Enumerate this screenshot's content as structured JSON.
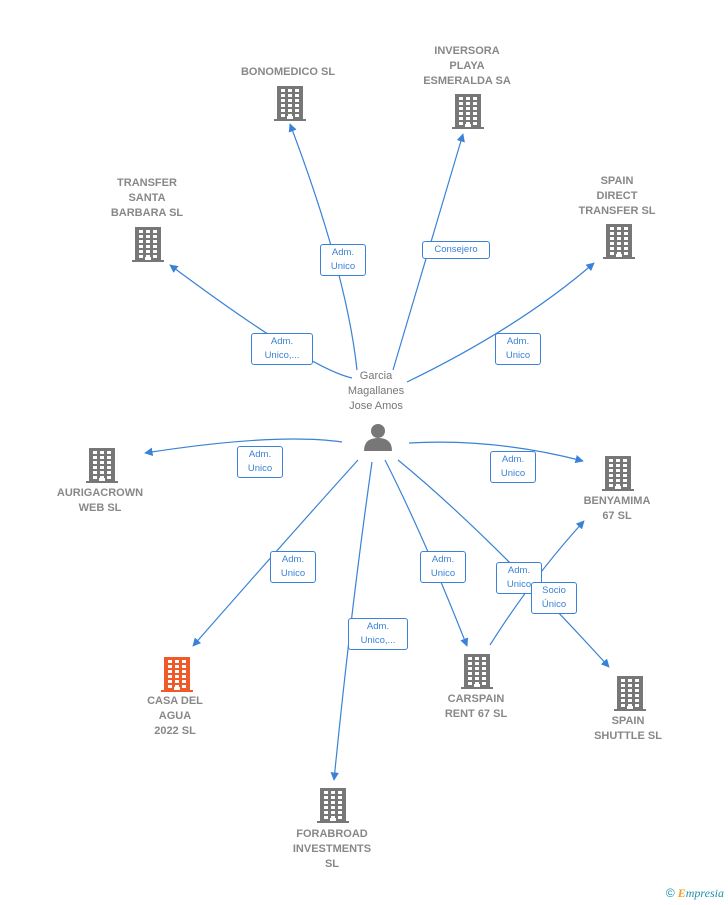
{
  "center": {
    "name": "Garcia\nMagallanes\nJose Amos",
    "icon": "person-icon"
  },
  "companies": [
    {
      "id": "bonomedico",
      "name": "BONOMEDICO SL",
      "color": "#777777"
    },
    {
      "id": "inversora",
      "name": "INVERSORA\nPLAYA\nESMERALDA SA",
      "color": "#777777"
    },
    {
      "id": "transfer_santa",
      "name": "TRANSFER\nSANTA\nBARBARA  SL",
      "color": "#777777"
    },
    {
      "id": "spain_direct",
      "name": "SPAIN\nDIRECT\nTRANSFER SL",
      "color": "#777777"
    },
    {
      "id": "aurigacrown",
      "name": "AURIGACROWN\nWEB SL",
      "color": "#777777"
    },
    {
      "id": "benyamima",
      "name": "BENYAMIMA\n67  SL",
      "color": "#777777"
    },
    {
      "id": "casa_del_agua",
      "name": "CASA DEL\nAGUA\n2022  SL",
      "color": "#f05a28"
    },
    {
      "id": "carspain",
      "name": "CARSPAIN\nRENT 67 SL",
      "color": "#777777"
    },
    {
      "id": "spain_shuttle",
      "name": "SPAIN\nSHUTTLE SL",
      "color": "#777777"
    },
    {
      "id": "forabroad",
      "name": "FORABROAD\nINVESTMENTS\nSL",
      "color": "#777777"
    }
  ],
  "edges": [
    {
      "from": "center",
      "to": "bonomedico",
      "label": "Adm.\nUnico"
    },
    {
      "from": "center",
      "to": "inversora",
      "label": "Consejero"
    },
    {
      "from": "center",
      "to": "transfer_santa",
      "label": "Adm.\nUnico,..."
    },
    {
      "from": "center",
      "to": "spain_direct",
      "label": "Adm.\nUnico"
    },
    {
      "from": "center",
      "to": "aurigacrown",
      "label": "Adm.\nUnico"
    },
    {
      "from": "center",
      "to": "benyamima",
      "label": "Adm.\nUnico"
    },
    {
      "from": "center",
      "to": "casa_del_agua",
      "label": "Adm.\nUnico"
    },
    {
      "from": "center",
      "to": "carspain",
      "label": "Adm.\nUnico"
    },
    {
      "from": "center",
      "to": "spain_shuttle",
      "label": "Adm.\nUnico"
    },
    {
      "from": "center",
      "to": "forabroad",
      "label": "Adm.\nUnico,..."
    },
    {
      "from": "carspain",
      "to": "benyamima",
      "label": "Socio\nÚnico"
    }
  ],
  "colors": {
    "edge": "#3a82d6",
    "building": "#777777",
    "highlight": "#f05a28",
    "person": "#777777"
  },
  "brand": {
    "copyright": "©",
    "initial": "E",
    "rest": "mpresia"
  }
}
